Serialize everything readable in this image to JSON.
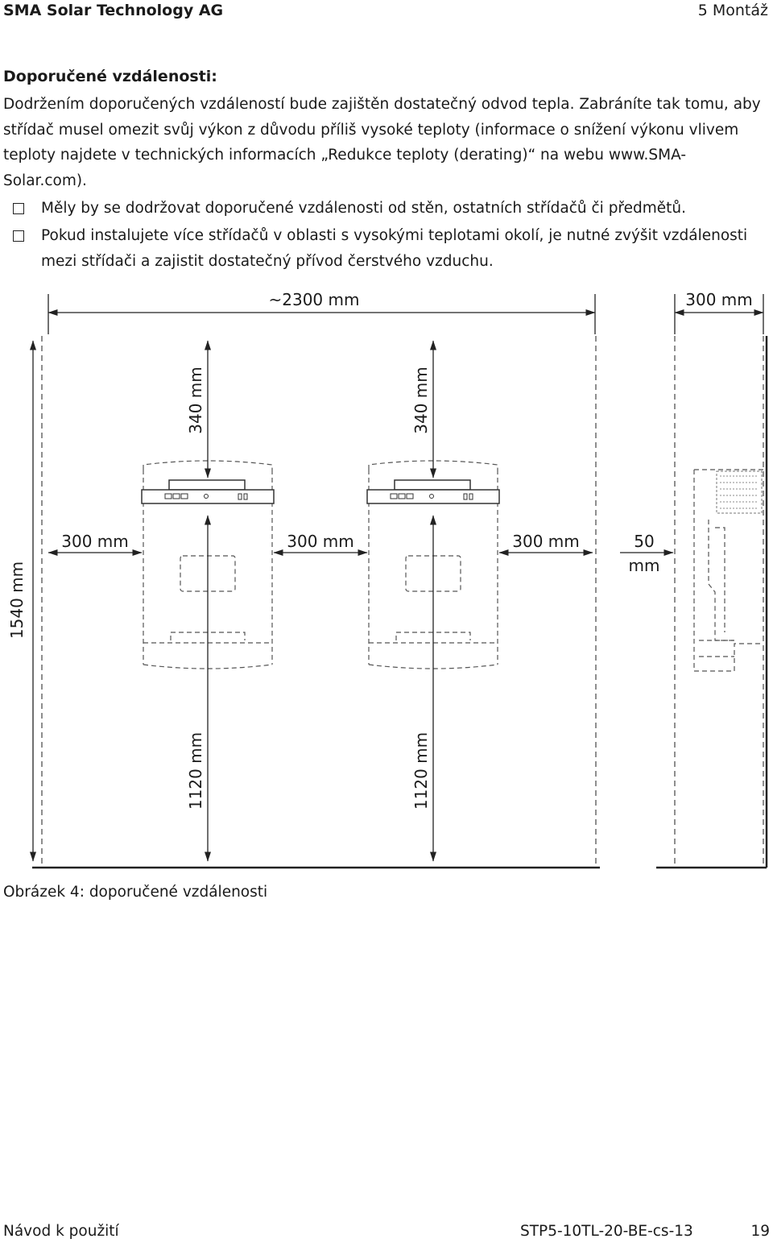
{
  "header": {
    "company": "SMA Solar Technology AG",
    "chapter": "5 Montáž"
  },
  "section": {
    "title": "Doporučené vzdálenosti:",
    "paragraph": "Dodržením doporučených vzdáleností bude zajištěn dostatečný odvod tepla. Zabráníte tak tomu, aby střídač musel omezit svůj výkon z důvodu příliš vysoké teploty (informace o snížení výkonu vlivem teploty najdete v technických informacích „Redukce teploty (derating)“ na webu www.SMA-Solar.com).",
    "bullets": [
      "Měly by se dodržovat doporučené vzdálenosti od stěn, ostatních střídačů či předmětů.",
      "Pokud instalujete více střídačů v oblasti s vysokými teplotami okolí, je nutné zvýšit vzdálenosti mezi střídači a zajistit dostatečný přívod čerstvého vzduchu."
    ]
  },
  "figure": {
    "dimensions": {
      "total_width": "~2300 mm",
      "side_clearance": "300 mm",
      "top_1": "340 mm",
      "top_2": "340 mm",
      "gap_1": "300 mm",
      "gap_2": "300 mm",
      "gap_3": "300 mm",
      "wall_gap_top": "50",
      "wall_gap_bottom": "mm",
      "height": "1540 mm",
      "bottom_1": "1120 mm",
      "bottom_2": "1120 mm"
    },
    "caption": "Obrázek 4: doporučené vzdálenosti"
  },
  "footer": {
    "doc_type": "Návod k použití",
    "doc_code": "STP5-10TL-20-BE-cs-13",
    "page_number": "19"
  }
}
